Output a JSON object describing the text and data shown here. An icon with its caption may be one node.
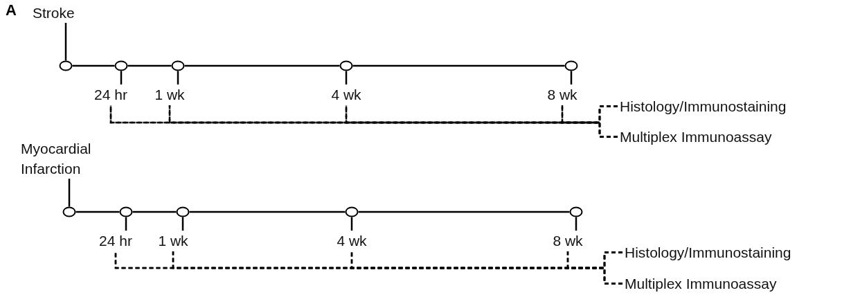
{
  "diagram": {
    "nodes": [
      {
        "text": [
          "Stroke"
        ]
      },
      {
        "text": [],
        "shape": "circle"
      },
      {
        "text": [],
        "shape": "circle"
      },
      {
        "text": [],
        "shape": "circle"
      },
      {
        "text": [],
        "shape": "circle"
      },
      {
        "text": [],
        "shape": "circle"
      },
      {
        "text": [
          "24 hr"
        ]
      },
      {
        "text": [
          "1 wk"
        ]
      },
      {
        "text": [
          "4 wk"
        ]
      },
      {
        "text": [
          "8 wk"
        ]
      },
      {
        "text": [
          "Histology/Immunostaining"
        ]
      },
      {
        "text": [
          "Multiplex Immunoassay"
        ]
      },
      {
        "text": [
          "Myocardial Infarction"
        ]
      },
      {
        "text": [],
        "shape": "circle"
      },
      {
        "text": [],
        "shape": "circle"
      },
      {
        "text": [],
        "shape": "circle"
      },
      {
        "text": [],
        "shape": "circle"
      },
      {
        "text": [],
        "shape": "circle"
      },
      {
        "text": [
          "24 hr"
        ]
      },
      {
        "text": [
          "1 wk"
        ]
      },
      {
        "text": [
          "4 wk"
        ]
      },
      {
        "text": [
          "8 wk"
        ]
      },
      {
        "text": [
          "Histology/Immunostaining"
        ]
      },
      {
        "text": [
          "Multiplex Immunoassay"
        ]
      }
    ],
    "edges": [
      {
        "from": 0,
        "to": 1,
        "arrow": "none"
      },
      {
        "from": 1,
        "to": 2,
        "arrow": "none"
      },
      {
        "from": 2,
        "to": 3,
        "arrow": "none"
      },
      {
        "from": 3,
        "to": 4,
        "arrow": "none"
      },
      {
        "from": 4,
        "to": 5,
        "arrow": "none"
      },
      {
        "from": 2,
        "to": 6,
        "arrow": "none"
      },
      {
        "from": 3,
        "to": 7,
        "arrow": "none"
      },
      {
        "from": 4,
        "to": 8,
        "arrow": "none"
      },
      {
        "from": 5,
        "to": 9,
        "arrow": "none"
      },
      {
        "from": 6,
        "to": 10,
        "arrow": "none",
        "style": "dashed"
      },
      {
        "from": 6,
        "to": 11,
        "arrow": "none",
        "style": "dashed"
      },
      {
        "from": 7,
        "to": 10,
        "arrow": "none",
        "style": "dashed"
      },
      {
        "from": 7,
        "to": 11,
        "arrow": "none",
        "style": "dashed"
      },
      {
        "from": 8,
        "to": 10,
        "arrow": "none",
        "style": "dashed"
      },
      {
        "from": 8,
        "to": 11,
        "arrow": "none",
        "style": "dashed"
      },
      {
        "from": 9,
        "to": 10,
        "arrow": "none",
        "style": "dashed"
      },
      {
        "from": 9,
        "to": 11,
        "arrow": "none",
        "style": "dashed"
      },
      {
        "from": 12,
        "to": 13,
        "arrow": "none"
      },
      {
        "from": 13,
        "to": 14,
        "arrow": "none"
      },
      {
        "from": 14,
        "to": 15,
        "arrow": "none"
      },
      {
        "from": 15,
        "to": 16,
        "arrow": "none"
      },
      {
        "from": 16,
        "to": 17,
        "arrow": "none"
      },
      {
        "from": 14,
        "to": 18,
        "arrow": "none"
      },
      {
        "from": 15,
        "to": 19,
        "arrow": "none"
      },
      {
        "from": 16,
        "to": 20,
        "arrow": "none"
      },
      {
        "from": 17,
        "to": 21,
        "arrow": "none"
      },
      {
        "from": 18,
        "to": 22,
        "arrow": "none",
        "style": "dashed"
      },
      {
        "from": 18,
        "to": 23,
        "arrow": "none",
        "style": "dashed"
      },
      {
        "from": 19,
        "to": 22,
        "arrow": "none",
        "style": "dashed"
      },
      {
        "from": 19,
        "to": 23,
        "arrow": "none",
        "style": "dashed"
      },
      {
        "from": 20,
        "to": 22,
        "arrow": "none",
        "style": "dashed"
      },
      {
        "from": 20,
        "to": 23,
        "arrow": "none",
        "style": "dashed"
      },
      {
        "from": 21,
        "to": 22,
        "arrow": "none",
        "style": "dashed"
      },
      {
        "from": 21,
        "to": 23,
        "arrow": "none",
        "style": "dashed"
      }
    ],
    "labels": [
      "A"
    ]
  }
}
